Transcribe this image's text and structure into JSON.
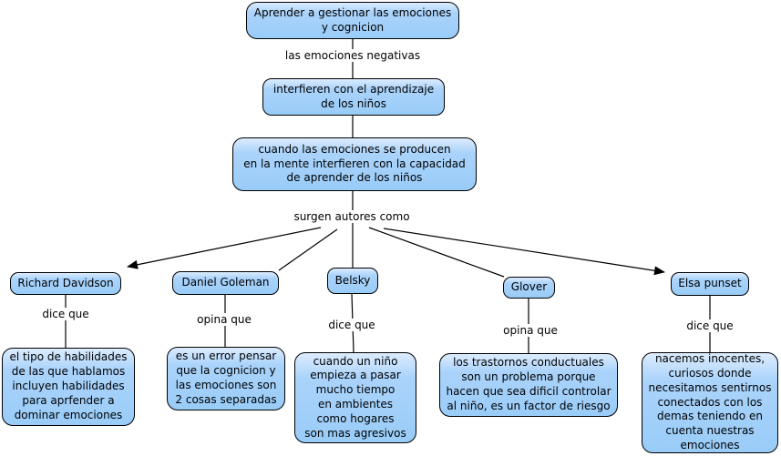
{
  "diagram": {
    "type": "concept-map",
    "topic": "Aprender a gestionar las emociones y cognicion"
  },
  "colors": {
    "node_fill": "#99ccf8",
    "node_fill_highlight": "#dcecfe",
    "node_border": "#000000",
    "connector": "#000000",
    "background": "#ffffff",
    "text": "#000000"
  },
  "concepts": {
    "root": "Aprender a gestionar las emociones\ny cognicion",
    "interfere": "interfieren con el aprendizaje\nde los niños",
    "mind": "cuando las emociones se producen\nen la mente interfieren con la capacidad\nde aprender de los niños",
    "davidson": "Richard Davidson",
    "goleman": "Daniel Goleman",
    "belsky": "Belsky",
    "glover": "Glover",
    "punset": "Elsa punset",
    "davidson_view": "el tipo de habilidades\nde las que hablamos\nincluyen habilidades\npara aprfender a\ndominar emociones",
    "goleman_view": "es un error pensar\nque la cognicion y\nlas emociones son\n2 cosas separadas",
    "belsky_view": "cuando un niño\nempieza a pasar\nmucho tiempo\nen ambientes\ncomo hogares\nson mas agresivos",
    "glover_view": "los trastornos conductuales\nson un problema porque\nhacen que sea dificil controlar\nal niño, es un factor de riesgo",
    "punset_view": "nacemos inocentes,\ncuriosos donde\nnecesitamos sentirnos\nconectados con los\ndemas teniendo en\ncuenta nuestras\nemociones"
  },
  "link_labels": {
    "negative": "las emociones negativas",
    "authors": "surgen autores como",
    "davidson": "dice que",
    "goleman": "opina que",
    "belsky": "dice que",
    "glover": "opina que",
    "punset": "dice que"
  }
}
